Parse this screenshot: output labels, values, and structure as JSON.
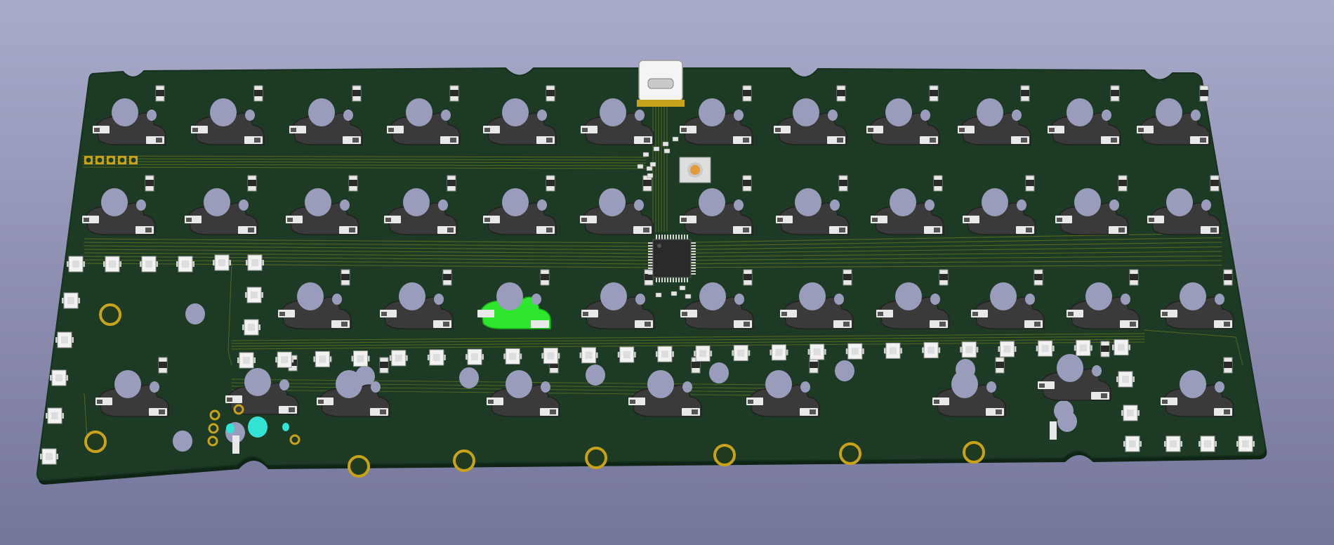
{
  "viewer": {
    "background_top": "#a9abcb",
    "background_bottom": "#74759a"
  },
  "board": {
    "soldermask_color": "#1d3b24",
    "trace_color": "#5c6e1f",
    "silkscreen_color": "#e9e9e9",
    "copper_color": "#c8a21a",
    "hotswap_socket_color": "#3a3a3a",
    "hole_color": "#9a9cbc",
    "selected_color": "#2ee62e",
    "via_highlight_color": "#35e3d5"
  },
  "keyboard_layout": {
    "rows": [
      {
        "key_count": 12
      },
      {
        "key_count": 12
      },
      {
        "key_count": 11
      },
      {
        "key_count": 8
      }
    ],
    "selected_key": {
      "row": 3,
      "index": 3
    }
  },
  "components": {
    "usb_connector": "usb-c-connector",
    "microcontroller": "qfp-mcu",
    "reset_button": "tactile-switch",
    "rgb_led_strip_count": 24,
    "pin_header_count": 5
  }
}
